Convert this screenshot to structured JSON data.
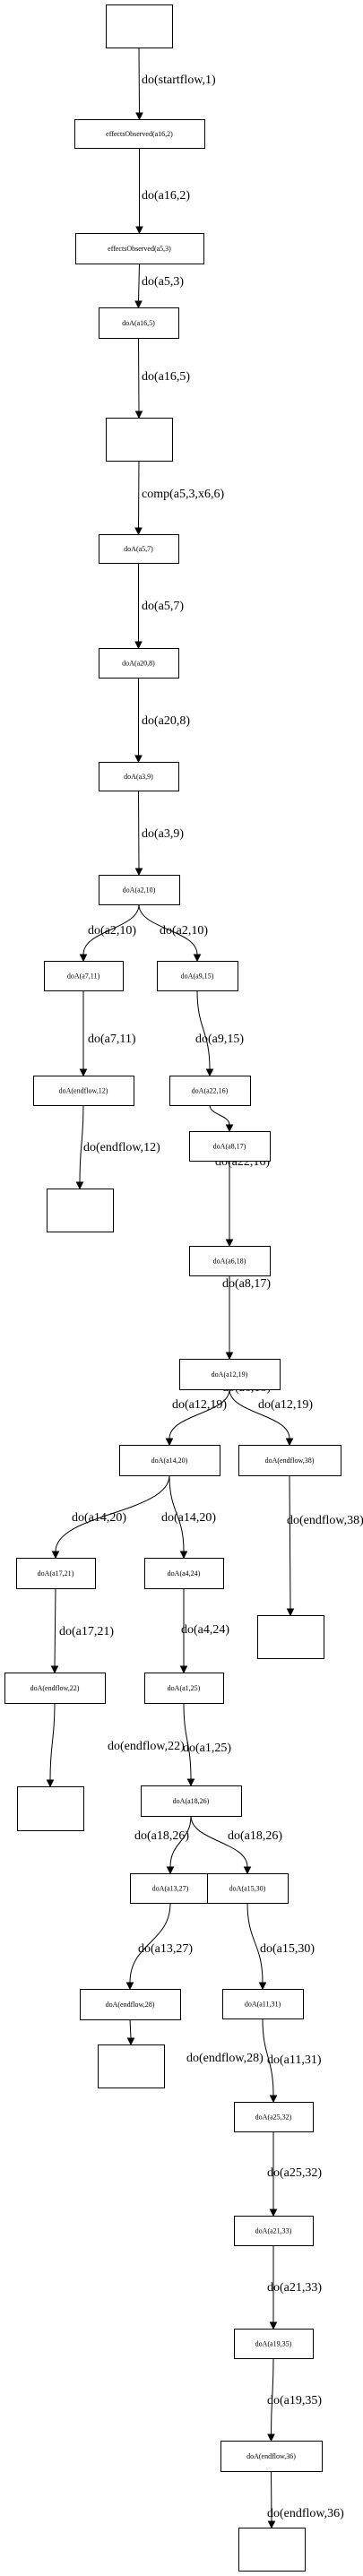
{
  "nodes": [
    {
      "id": "n1",
      "label": ""
    },
    {
      "id": "n2",
      "label": "effectsObserved(a16,2)"
    },
    {
      "id": "n3",
      "label": "effectsObserved(a5,3)"
    },
    {
      "id": "n4",
      "label": "doA(a16,5)"
    },
    {
      "id": "n5",
      "label": ""
    },
    {
      "id": "n6",
      "label": "doA(a5,7)"
    },
    {
      "id": "n7",
      "label": "doA(a20,8)"
    },
    {
      "id": "n8",
      "label": "doA(a3,9)"
    },
    {
      "id": "n9",
      "label": "doA(a2,10)"
    },
    {
      "id": "n10",
      "label": "doA(a7,11)"
    },
    {
      "id": "n11",
      "label": "doA(a9,15)"
    },
    {
      "id": "n12",
      "label": "doA(endflow,12)"
    },
    {
      "id": "n13",
      "label": "doA(a22,16)"
    },
    {
      "id": "n14",
      "label": ""
    },
    {
      "id": "n15",
      "label": "doA(a8,17)"
    },
    {
      "id": "n16",
      "label": "doA(a6,18)"
    },
    {
      "id": "n17",
      "label": "doA(a12,19)"
    },
    {
      "id": "n18",
      "label": "doA(a14,20)"
    },
    {
      "id": "n19",
      "label": "doA(endflow,38)"
    },
    {
      "id": "n20",
      "label": "doA(a17,21)"
    },
    {
      "id": "n21",
      "label": "doA(a4,24)"
    },
    {
      "id": "n22",
      "label": ""
    },
    {
      "id": "n23",
      "label": "doA(endflow,22)"
    },
    {
      "id": "n24",
      "label": "doA(a1,25)"
    },
    {
      "id": "n25",
      "label": ""
    },
    {
      "id": "n26",
      "label": "doA(a18,26)"
    },
    {
      "id": "n27",
      "label": "doA(a13,27)"
    },
    {
      "id": "n28",
      "label": "doA(a15,30)"
    },
    {
      "id": "n29",
      "label": "doA(endflow,28)"
    },
    {
      "id": "n30",
      "label": "doA(a11,31)"
    },
    {
      "id": "n31",
      "label": ""
    },
    {
      "id": "n32",
      "label": "doA(a25,32)"
    },
    {
      "id": "n33",
      "label": "doA(a21,33)"
    },
    {
      "id": "n34",
      "label": "doA(a19,35)"
    },
    {
      "id": "n35",
      "label": "doA(endflow,36)"
    },
    {
      "id": "n36",
      "label": ""
    }
  ],
  "edges": [
    {
      "from": "n1",
      "to": "n2",
      "label": "do(startflow,1)"
    },
    {
      "from": "n2",
      "to": "n3",
      "label": "do(a16,2)"
    },
    {
      "from": "n3",
      "to": "n4",
      "label": "do(a5,3)"
    },
    {
      "from": "n4",
      "to": "n5",
      "label": "do(a16,5)"
    },
    {
      "from": "n5",
      "to": "n6",
      "label": "comp(a5,3,x6,6)"
    },
    {
      "from": "n6",
      "to": "n7",
      "label": "do(a5,7)"
    },
    {
      "from": "n7",
      "to": "n8",
      "label": "do(a20,8)"
    },
    {
      "from": "n8",
      "to": "n9",
      "label": "do(a3,9)"
    },
    {
      "from": "n9",
      "to": "n10",
      "label": "do(a2,10)"
    },
    {
      "from": "n9",
      "to": "n11",
      "label": "do(a2,10)"
    },
    {
      "from": "n10",
      "to": "n12",
      "label": "do(a7,11)"
    },
    {
      "from": "n11",
      "to": "n13",
      "label": "do(a9,15)"
    },
    {
      "from": "n12",
      "to": "n14",
      "label": "do(endflow,12)"
    },
    {
      "from": "n13",
      "to": "n15",
      "label": "do(a22,16)"
    },
    {
      "from": "n15",
      "to": "n16",
      "label": "do(a8,17)"
    },
    {
      "from": "n16",
      "to": "n17",
      "label": "do(a6,18)"
    },
    {
      "from": "n17",
      "to": "n18",
      "label": "do(a12,19)"
    },
    {
      "from": "n17",
      "to": "n19",
      "label": "do(a12,19)"
    },
    {
      "from": "n18",
      "to": "n20",
      "label": "do(a14,20)"
    },
    {
      "from": "n18",
      "to": "n21",
      "label": "do(a14,20)"
    },
    {
      "from": "n19",
      "to": "n22",
      "label": "do(endflow,38)"
    },
    {
      "from": "n20",
      "to": "n23",
      "label": "do(a17,21)"
    },
    {
      "from": "n21",
      "to": "n24",
      "label": "do(a4,24)"
    },
    {
      "from": "n23",
      "to": "n25",
      "label": "do(endflow,22)"
    },
    {
      "from": "n24",
      "to": "n26",
      "label": "do(a1,25)"
    },
    {
      "from": "n26",
      "to": "n27",
      "label": "do(a18,26)"
    },
    {
      "from": "n26",
      "to": "n28",
      "label": "do(a18,26)"
    },
    {
      "from": "n27",
      "to": "n29",
      "label": "do(a13,27)"
    },
    {
      "from": "n28",
      "to": "n30",
      "label": "do(a15,30)"
    },
    {
      "from": "n29",
      "to": "n31",
      "label": "do(endflow,28)"
    },
    {
      "from": "n30",
      "to": "n32",
      "label": "do(a11,31)"
    },
    {
      "from": "n32",
      "to": "n33",
      "label": "do(a25,32)"
    },
    {
      "from": "n33",
      "to": "n34",
      "label": "do(a21,33)"
    },
    {
      "from": "n34",
      "to": "n35",
      "label": "do(a19,35)"
    },
    {
      "from": "n35",
      "to": "n36",
      "label": "do(endflow,36)"
    }
  ]
}
